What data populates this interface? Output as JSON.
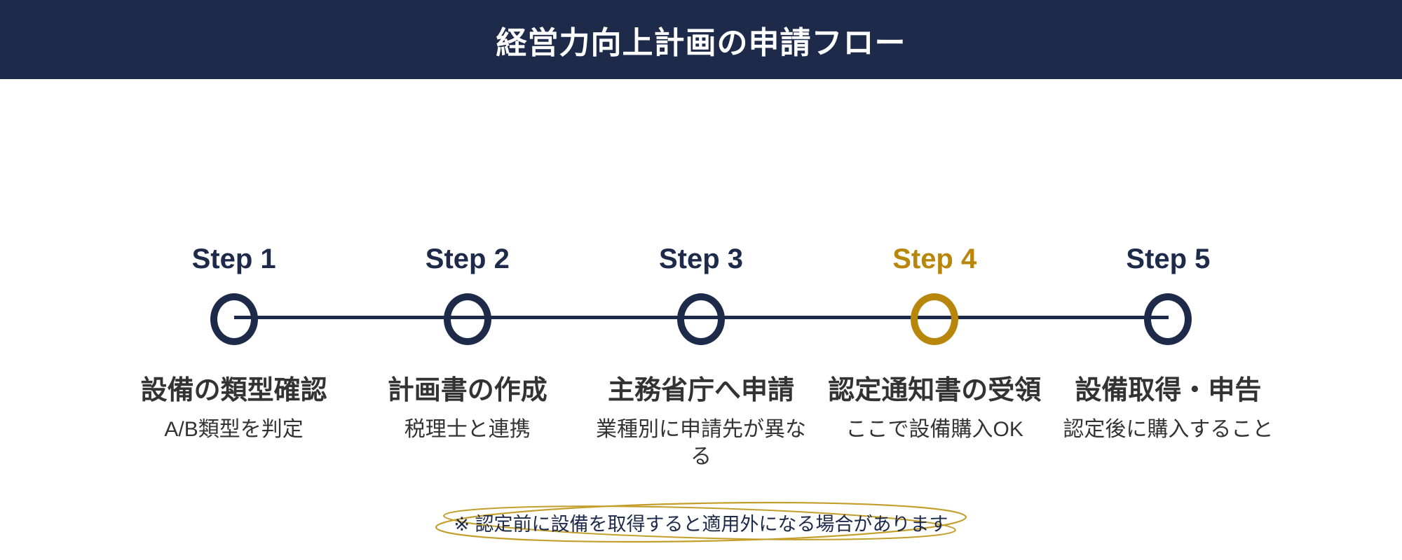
{
  "header": {
    "title": "経営力向上計画の申請フロー"
  },
  "colors": {
    "navy": "#1d2a4a",
    "gold": "#b8860b",
    "text": "#333333",
    "ellipse": "#c49e2b",
    "white": "#ffffff"
  },
  "steps": [
    {
      "label": "Step 1",
      "title": "設備の類型確認",
      "description": "A/B類型を判定",
      "highlighted": false
    },
    {
      "label": "Step 2",
      "title": "計画書の作成",
      "description": "税理士と連携",
      "highlighted": false
    },
    {
      "label": "Step 3",
      "title": "主務省庁へ申請",
      "description": "業種別に申請先が異なる",
      "highlighted": false
    },
    {
      "label": "Step 4",
      "title": "認定通知書の受領",
      "description": "ここで設備購入OK",
      "highlighted": true
    },
    {
      "label": "Step 5",
      "title": "設備取得・申告",
      "description": "認定後に購入すること",
      "highlighted": false
    }
  ],
  "note": {
    "text": "※ 認定前に設備を取得すると適用外になる場合があります"
  }
}
